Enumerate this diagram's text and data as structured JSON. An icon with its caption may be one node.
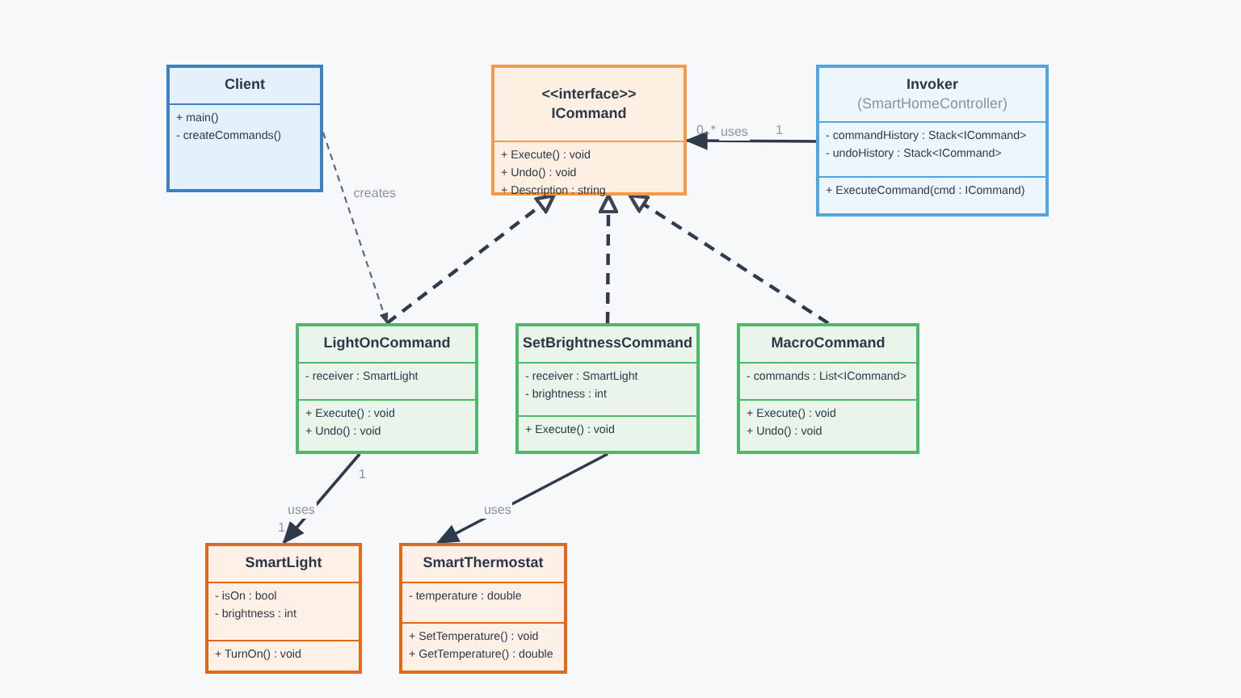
{
  "diagram": {
    "nodes": [
      {
        "text": [
          "Client"
        ]
      },
      {
        "text": [
          "+ main()",
          "- createCommands()"
        ],
        "in": 0
      },
      {
        "text": [
          "<<interface>>",
          "ICommand"
        ]
      },
      {
        "text": [
          "+ Execute() : void",
          "+ Undo() : void",
          "+ Description : string"
        ],
        "in": 2
      },
      {
        "text": [
          "Invoker",
          "(SmartHomeController)"
        ]
      },
      {
        "text": [
          "- commandHistory : Stack<ICommand>",
          "- undoHistory : Stack<ICommand>"
        ],
        "in": 4
      },
      {
        "text": [
          "+ ExecuteCommand(cmd : ICommand)"
        ],
        "in": 4
      },
      {
        "text": [
          "LightOnCommand"
        ]
      },
      {
        "text": [
          "- receiver : SmartLight"
        ],
        "in": 7
      },
      {
        "text": [
          "+ Execute() : void",
          "+ Undo() : void"
        ],
        "in": 7
      },
      {
        "text": [
          "SetBrightnessCommand"
        ]
      },
      {
        "text": [
          "- receiver : SmartLight",
          "- brightness : int"
        ],
        "in": 10
      },
      {
        "text": [
          "+ Execute() : void"
        ],
        "in": 10
      },
      {
        "text": [
          "MacroCommand"
        ]
      },
      {
        "text": [
          "- commands : List<ICommand>"
        ],
        "in": 13
      },
      {
        "text": [
          "+ Execute() : void",
          "+ Undo() : void"
        ],
        "in": 13
      },
      {
        "text": [
          "SmartLight"
        ]
      },
      {
        "text": [
          "- isOn : bool",
          "- brightness : int"
        ],
        "in": 16
      },
      {
        "text": [
          "+ TurnOn() : void"
        ],
        "in": 16
      },
      {
        "text": [
          "SmartThermostat"
        ]
      },
      {
        "text": [
          "- temperature : double"
        ],
        "in": 19
      },
      {
        "text": [
          "+ SetTemperature() : void",
          "+ GetTemperature() : double"
        ],
        "in": 19
      }
    ],
    "edges": [
      {
        "from": 4,
        "to": 2,
        "arrow": "to",
        "label": "uses"
      },
      {
        "from": 0,
        "to": 7,
        "arrow": "to",
        "label": "creates",
        "style": "dashed",
        "color": "#5f6b7a"
      },
      {
        "from": 7,
        "to": 2,
        "arrow": "to",
        "style": "dashed"
      },
      {
        "from": 10,
        "to": 2,
        "arrow": "to",
        "style": "dashed"
      },
      {
        "from": 13,
        "to": 2,
        "arrow": "to",
        "style": "dashed"
      },
      {
        "from": 7,
        "to": 16,
        "arrow": "to",
        "label": "uses"
      },
      {
        "from": 10,
        "to": 19,
        "arrow": "to",
        "label": "uses"
      }
    ],
    "labels": [
      "0..*",
      "1",
      "1",
      "1"
    ]
  }
}
